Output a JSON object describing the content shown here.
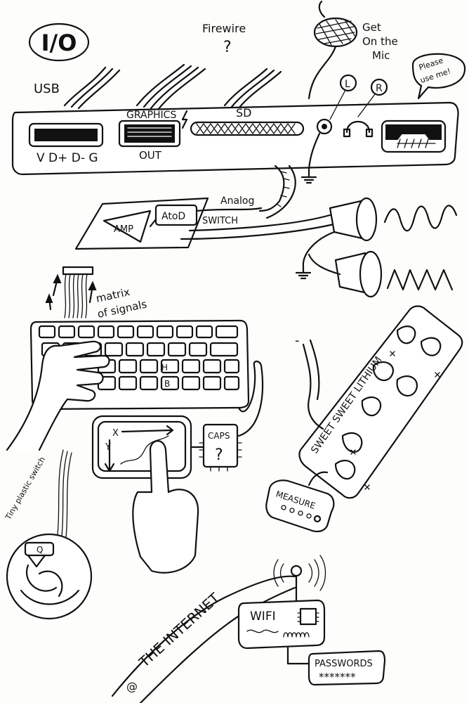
{
  "title": "I/O",
  "labels": {
    "usb": "USB",
    "firewire": "Firewire",
    "firewire_q": "?",
    "mic": [
      "Get",
      "On the",
      "Mic"
    ],
    "please_use": [
      "Please",
      "use me!"
    ],
    "graphics": "GRAPHICS",
    "out": "OUT",
    "sd": "SD",
    "usb_pins": "V D+ D- G",
    "left": "L",
    "right": "R",
    "analog": "Analog",
    "atod": "AtoD",
    "switch": "SWITCH",
    "amp": "AMP",
    "matrix": [
      "matrix",
      "of signals"
    ],
    "key_h": "H",
    "key_b": "B",
    "battery": "SWEET SWEET LITHIUM",
    "measure": "MEASURE",
    "caps": "CAPS",
    "caps_q": "?",
    "x_axis": "X",
    "y_axis": "Y",
    "plastic_switch": "Tiny plastic switch",
    "key_q": "Q",
    "internet": "THE INTERNET",
    "internet_at": "@",
    "wifi": "WIFI",
    "passwords": "PASSWORDS",
    "pw_stars": "*******"
  },
  "colors": {
    "ink": "#111111",
    "paper": "#fdfdfb"
  }
}
